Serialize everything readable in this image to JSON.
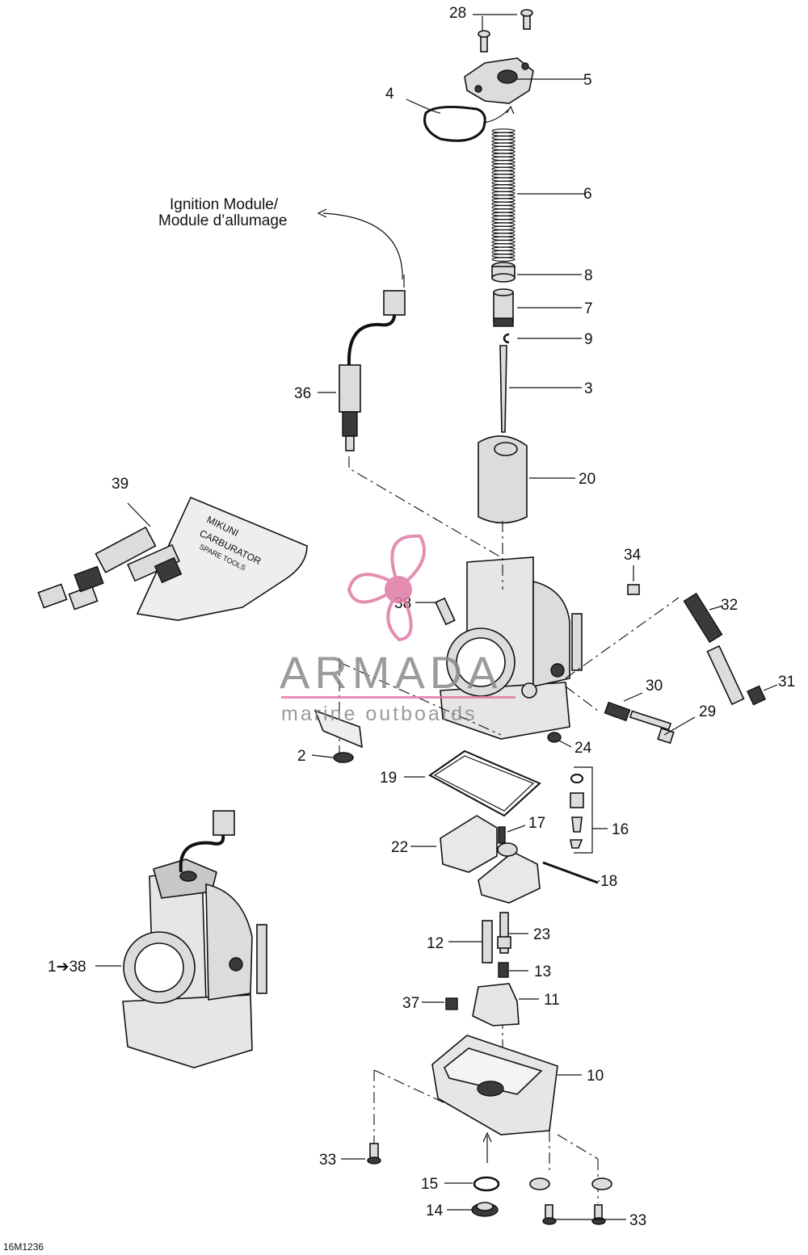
{
  "diagram": {
    "code": "16M1236",
    "note": {
      "line1": "Ignition Module/",
      "line2": "Module d’allumage"
    },
    "callouts": [
      {
        "id": "c28",
        "text": "28"
      },
      {
        "id": "c5",
        "text": "5"
      },
      {
        "id": "c4",
        "text": "4"
      },
      {
        "id": "c6",
        "text": "6"
      },
      {
        "id": "c8",
        "text": "8"
      },
      {
        "id": "c7",
        "text": "7"
      },
      {
        "id": "c9",
        "text": "9"
      },
      {
        "id": "c3",
        "text": "3"
      },
      {
        "id": "c36",
        "text": "36"
      },
      {
        "id": "c20",
        "text": "20"
      },
      {
        "id": "c39",
        "text": "39"
      },
      {
        "id": "c34",
        "text": "34"
      },
      {
        "id": "c38a",
        "text": "38"
      },
      {
        "id": "c32",
        "text": "32"
      },
      {
        "id": "c31",
        "text": "31"
      },
      {
        "id": "c30",
        "text": "30"
      },
      {
        "id": "c29",
        "text": "29"
      },
      {
        "id": "c24",
        "text": "24"
      },
      {
        "id": "c2",
        "text": "2"
      },
      {
        "id": "c19",
        "text": "19"
      },
      {
        "id": "c17",
        "text": "17"
      },
      {
        "id": "c16",
        "text": "16"
      },
      {
        "id": "c22",
        "text": "22"
      },
      {
        "id": "c18",
        "text": "18"
      },
      {
        "id": "c12",
        "text": "12"
      },
      {
        "id": "c23",
        "text": "23"
      },
      {
        "id": "c13",
        "text": "13"
      },
      {
        "id": "c1_38",
        "text": "1➔38"
      },
      {
        "id": "c37",
        "text": "37"
      },
      {
        "id": "c11",
        "text": "11"
      },
      {
        "id": "c10",
        "text": "10"
      },
      {
        "id": "c33a",
        "text": "33"
      },
      {
        "id": "c15",
        "text": "15"
      },
      {
        "id": "c14",
        "text": "14"
      },
      {
        "id": "c33b",
        "text": "33"
      }
    ],
    "tool_kit_text": {
      "line1": "MIKUNI",
      "line2": "CARBURATOR",
      "line3": "SPARE TOOLS"
    }
  },
  "watermark": {
    "brand": "ARMADA",
    "tagline": "marine outboards",
    "logo_icon": "propeller-logo-icon",
    "colors": {
      "pink": "#e07aa6",
      "gray": "#8a8a8a"
    }
  }
}
